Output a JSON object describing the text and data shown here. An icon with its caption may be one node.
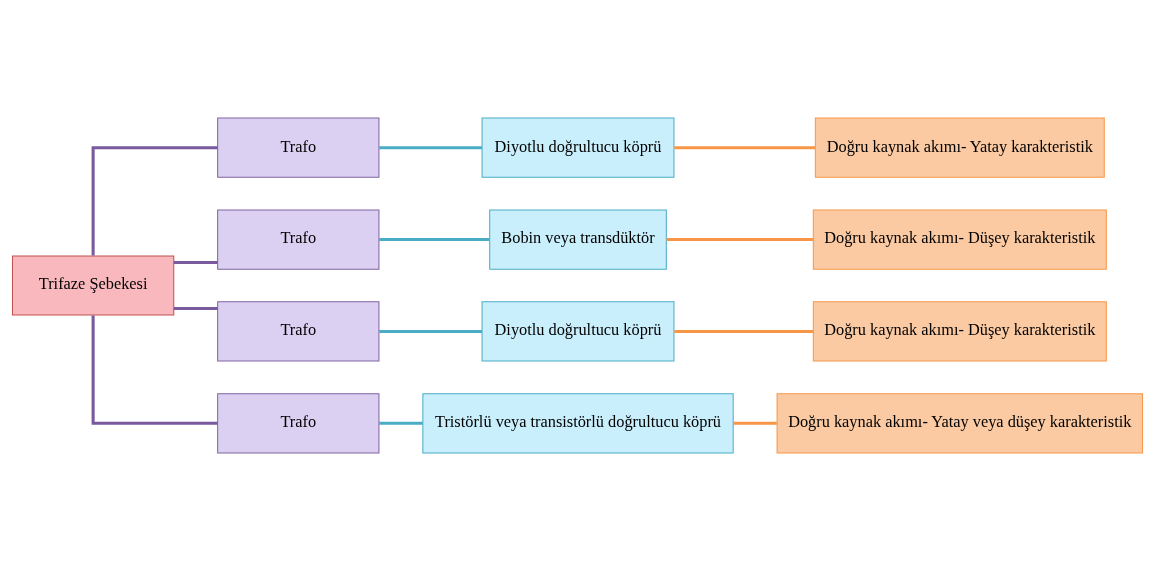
{
  "diagram": {
    "nodes": [
      {
        "text": [
          "Trifaze Şebekesi"
        ]
      },
      {
        "text": [
          "Trafo"
        ]
      },
      {
        "text": [
          "Trafo"
        ]
      },
      {
        "text": [
          "Trafo"
        ]
      },
      {
        "text": [
          "Trafo"
        ]
      },
      {
        "text": [
          "Diyotlu doğrultucu köprü"
        ]
      },
      {
        "text": [
          "Bobin veya transdüktör"
        ]
      },
      {
        "text": [
          "Diyotlu doğrultucu köprü"
        ]
      },
      {
        "text": [
          "Tristörlü veya transistörlü doğrultucu köprü"
        ]
      },
      {
        "text": [
          "Doğru kaynak akımı- Yatay karakteristik"
        ]
      },
      {
        "text": [
          "Doğru kaynak akımı- Düşey karakteristik"
        ]
      },
      {
        "text": [
          "Doğru kaynak akımı- Düşey karakteristik"
        ]
      },
      {
        "text": [
          "Doğru kaynak akımı- Yatay veya düşey karakteristik"
        ]
      }
    ],
    "edges": [
      {
        "from": 0,
        "to": 1,
        "arrow": "none",
        "color": "#7a5a9e"
      },
      {
        "from": 0,
        "to": 2,
        "arrow": "none",
        "color": "#7a5a9e"
      },
      {
        "from": 0,
        "to": 3,
        "arrow": "none",
        "color": "#7a5a9e"
      },
      {
        "from": 0,
        "to": 4,
        "arrow": "none",
        "color": "#7a5a9e"
      },
      {
        "from": 1,
        "to": 5,
        "arrow": "none",
        "color": "#4bacc6"
      },
      {
        "from": 2,
        "to": 6,
        "arrow": "none",
        "color": "#4bacc6"
      },
      {
        "from": 3,
        "to": 7,
        "arrow": "none",
        "color": "#4bacc6"
      },
      {
        "from": 4,
        "to": 8,
        "arrow": "none",
        "color": "#4bacc6"
      },
      {
        "from": 5,
        "to": 9,
        "arrow": "none",
        "color": "#f79646"
      },
      {
        "from": 6,
        "to": 10,
        "arrow": "none",
        "color": "#f79646"
      },
      {
        "from": 7,
        "to": 11,
        "arrow": "none",
        "color": "#f79646"
      },
      {
        "from": 8,
        "to": 12,
        "arrow": "none",
        "color": "#f79646"
      }
    ]
  }
}
